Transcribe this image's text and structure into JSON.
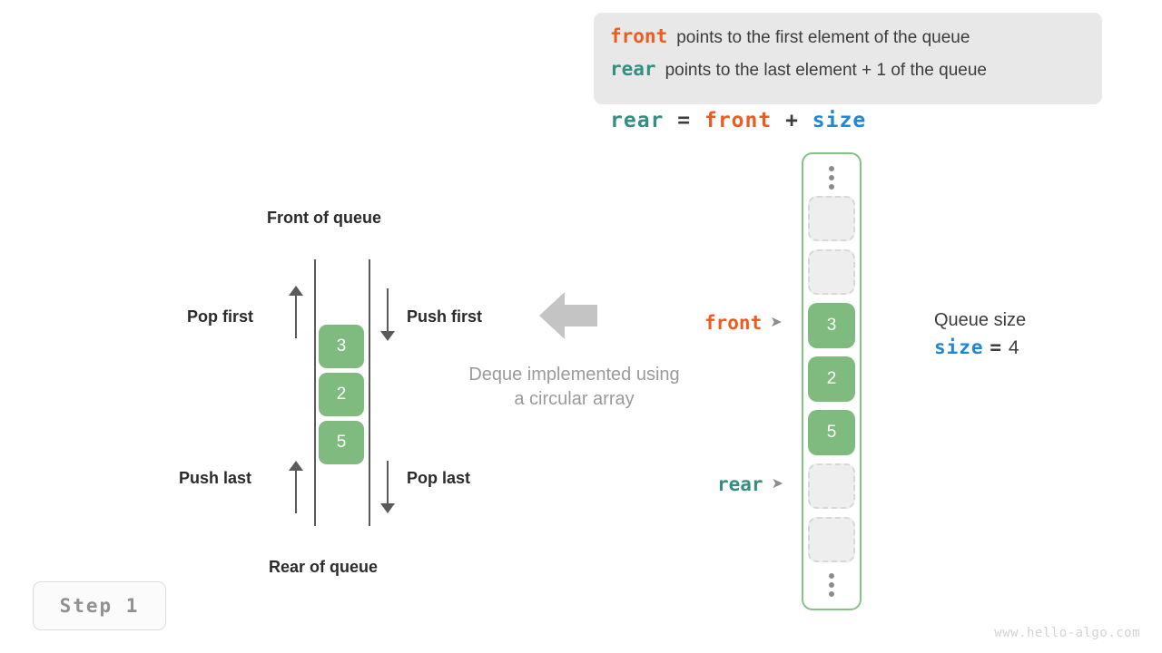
{
  "legend": {
    "lines": [
      {
        "keyword": "front",
        "keyword_color": "#ec5b20",
        "text": "points to the first element of the queue"
      },
      {
        "keyword": "rear",
        "keyword_color": "#348f82",
        "text": "points to the last element + 1 of the queue"
      }
    ]
  },
  "formula": {
    "lhs": "rear",
    "eq": "=",
    "rhs1": "front",
    "plus": "+",
    "rhs2": "size"
  },
  "deque_panel": {
    "front_label": "Front of queue",
    "rear_label": "Rear of queue",
    "operations": {
      "pop_first": "Pop first",
      "push_first": "Push first",
      "push_last": "Push last",
      "pop_last": "Pop last"
    },
    "cells": [
      "3",
      "2",
      "5"
    ],
    "caption_line1": "Deque implemented using",
    "caption_line2": "a circular array"
  },
  "circular_array": {
    "slots": [
      {
        "value": "",
        "state": "empty"
      },
      {
        "value": "",
        "state": "empty"
      },
      {
        "value": "3",
        "state": "filled"
      },
      {
        "value": "2",
        "state": "filled"
      },
      {
        "value": "5",
        "state": "filled"
      },
      {
        "value": "",
        "state": "empty"
      },
      {
        "value": "",
        "state": "empty"
      }
    ],
    "pointers": {
      "front": {
        "label": "front",
        "head": "➤",
        "slot_index": 2
      },
      "rear": {
        "label": "rear",
        "head": "➤",
        "slot_index": 5
      }
    }
  },
  "queue_size": {
    "title": "Queue size",
    "var": "size",
    "eq": "=",
    "value": "4"
  },
  "step_badge": {
    "label": "Step 1"
  },
  "watermark": {
    "text": "www.hello-algo.com"
  },
  "colors": {
    "front": "#ec5b20",
    "rear": "#348f82",
    "size": "#1e87d6",
    "cell_fill": "#7fba7f",
    "array_border": "#84c087",
    "empty_fill": "#eeeeee",
    "muted": "#9a9a9a"
  }
}
